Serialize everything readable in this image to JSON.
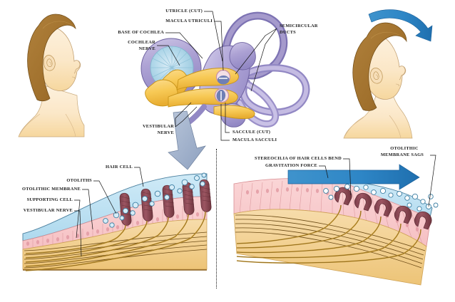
{
  "figure": {
    "title": "Vestibular apparatus and macula mechanics",
    "domain": "anatomical-illustration"
  },
  "top_panel": {
    "labels": {
      "base_of_cochlea": "BASE OF COCHLEA",
      "cochlear_nerve_line1": "COCHLEAR",
      "cochlear_nerve_line2": "NERVE",
      "macula_utriculi": "MACULA UTRICULI",
      "utricle_cut": "UTRICLE (CUT)",
      "semicircular_line1": "SEMICIRCULAR",
      "semicircular_line2": "DUCTS",
      "vestibular_nerve_line1": "VESTIBULAR",
      "vestibular_nerve_line2": "NERVE",
      "saccule_cut": "SACCULE (CUT)",
      "macula_sacculi": "MACULA SACCULI"
    },
    "heads": {
      "left_posture": "head upright",
      "right_posture": "head tilted forward"
    }
  },
  "bottom_left_panel": {
    "labels": {
      "hair_cell": "HAIR CELL",
      "otoliths": "OTOLITHS",
      "otolithic_membrane": "OTOLITHIC MEMBRANE",
      "supporting_cell": "SUPPORTING CELL",
      "vestibular_nerve": "VESTIBULAR NERVE"
    }
  },
  "bottom_right_panel": {
    "labels": {
      "stereocilia_bend": "STEREOCILIA OF HAIR CELLS BEND",
      "gravitation_force": "GRAVITATION FORCE",
      "otolithic_membrane_sags_line1": "OTOLITHIC",
      "otolithic_membrane_sags_line2": "MEMBRANE SAGS"
    }
  },
  "colors": {
    "membranous_labyrinth": "#a79ccf",
    "membranous_labyrinth_light": "#c4bce2",
    "nerve_yellow": "#f5c85c",
    "cochlea_blue": "#a8d4e8",
    "endolymph_blue": "#bfe3f2",
    "epithelium_pink": "#f8c9cc",
    "nerve_layer_tan": "#f2cf93",
    "hair_cell_maroon": "#8d4a55",
    "arrow_blue": "#2e86c6",
    "arrow_grayblue": "#9badc9",
    "skin": "#fbe7c7",
    "hair_brown": "#a9762f",
    "label_text": "#1a1a1a"
  }
}
